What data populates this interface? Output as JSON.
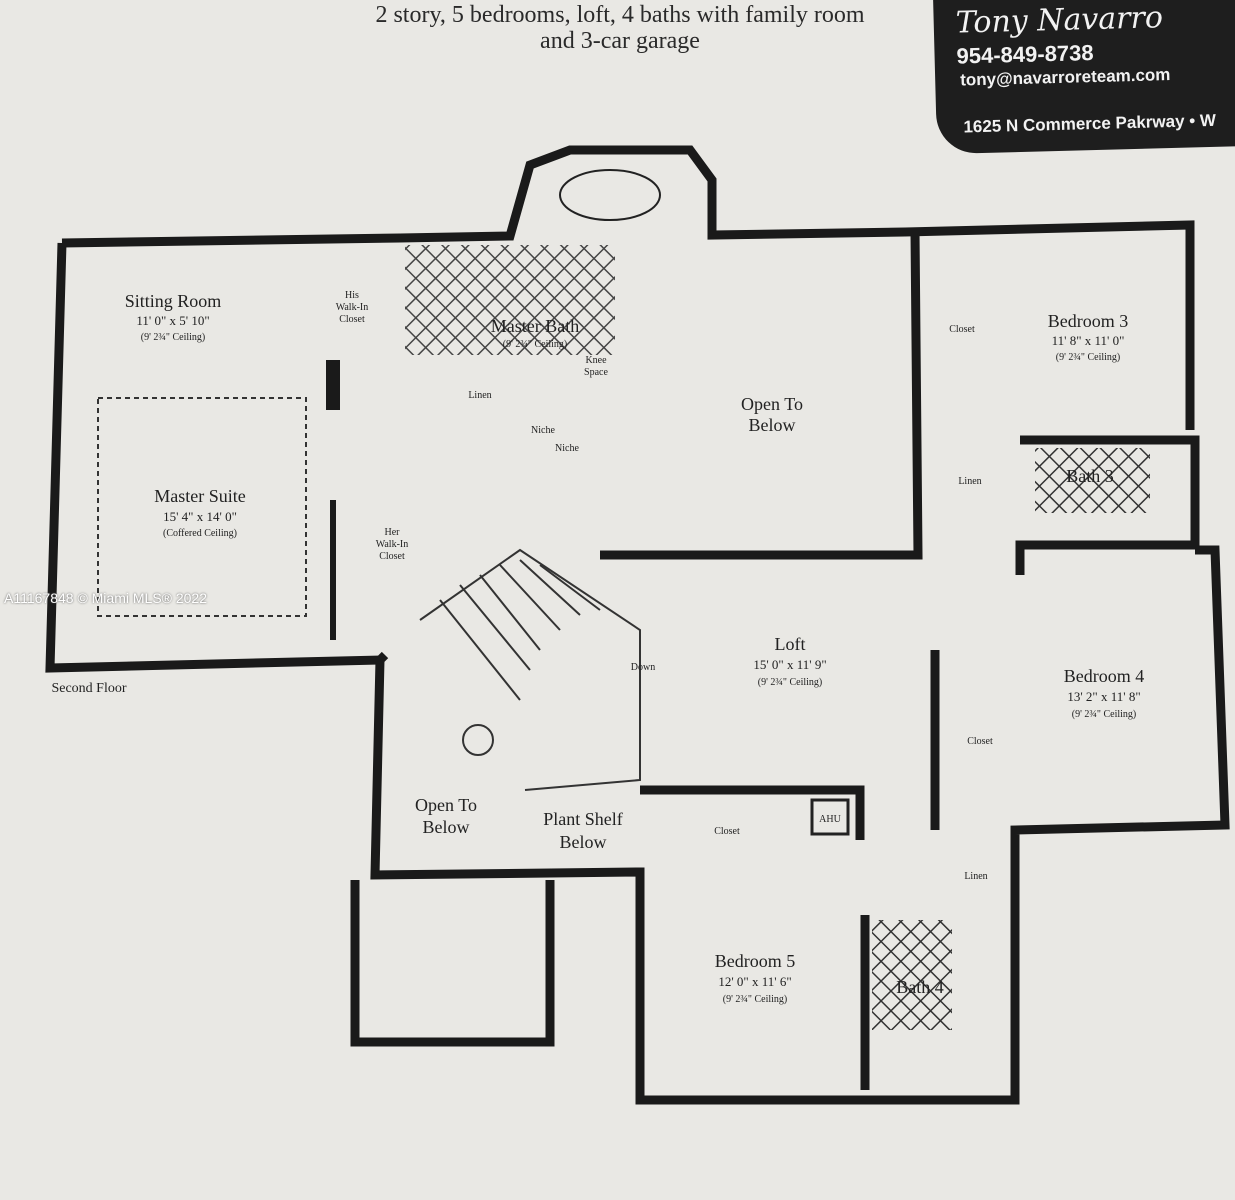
{
  "header": {
    "line1": "2 story, 5 bedrooms, loft, 4 baths with family room",
    "line2": "and 3-car garage"
  },
  "agent": {
    "name": "Tony Navarro",
    "phone": "954-849-8738",
    "email": "tony@navarroreteam.com",
    "address": "1625 N Commerce Pakrway • W"
  },
  "watermark": "A11167848 © Miami MLS® 2022",
  "plan": {
    "floor_label": "Second Floor",
    "sitting_room": {
      "name": "Sitting Room",
      "dims": "11' 0\" x 5' 10\"",
      "ceiling": "(9' 2¾\" Ceiling)"
    },
    "master_suite": {
      "name": "Master Suite",
      "dims": "15' 4\" x 14' 0\"",
      "ceiling": "(Coffered Ceiling)"
    },
    "his_closet": {
      "l1": "His",
      "l2": "Walk-In",
      "l3": "Closet"
    },
    "her_closet": {
      "l1": "Her",
      "l2": "Walk-In",
      "l3": "Closet"
    },
    "master_bath": {
      "name": "Master Bath",
      "ceiling": "(9' 2¾\" Ceiling)"
    },
    "knee_space": {
      "l1": "Knee",
      "l2": "Space"
    },
    "linen_master": "Linen",
    "niche1": "Niche",
    "niche2": "Niche",
    "open_below_1": {
      "l1": "Open To",
      "l2": "Below"
    },
    "bedroom3": {
      "name": "Bedroom 3",
      "dims": "11' 8\" x 11' 0\"",
      "ceiling": "(9' 2¾\" Ceiling)"
    },
    "closet_b3": "Closet",
    "linen_b3": "Linen",
    "bath3": "Bath 3",
    "loft": {
      "name": "Loft",
      "dims": "15' 0\" x 11' 9\"",
      "ceiling": "(9' 2¾\" Ceiling)"
    },
    "down": "Down",
    "bedroom4": {
      "name": "Bedroom 4",
      "dims": "13' 2\" x 11' 8\"",
      "ceiling": "(9' 2¾\" Ceiling)"
    },
    "closet_b4": "Closet",
    "open_below_2": {
      "l1": "Open To",
      "l2": "Below"
    },
    "plant_shelf": {
      "l1": "Plant Shelf",
      "l2": "Below"
    },
    "closet_b5": "Closet",
    "ahu": "AHU",
    "bedroom5": {
      "name": "Bedroom 5",
      "dims": "12' 0\" x 11' 6\"",
      "ceiling": "(9' 2¾\" Ceiling)"
    },
    "linen_b4": "Linen",
    "bath4": "Bath 4"
  }
}
